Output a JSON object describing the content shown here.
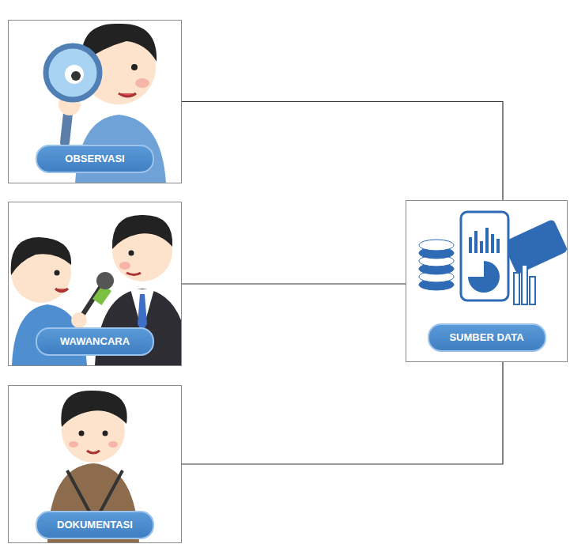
{
  "diagram": {
    "nodes": [
      {
        "text": [
          "OBSERVASI"
        ]
      },
      {
        "text": [
          "WAWANCARA"
        ]
      },
      {
        "text": [
          "DOKUMENTASI"
        ]
      },
      {
        "text": [
          "SUMBER DATA"
        ]
      }
    ],
    "edges": [
      {
        "from": 0,
        "to": 3,
        "arrow": "none"
      },
      {
        "from": 1,
        "to": 3,
        "arrow": "none"
      },
      {
        "from": 2,
        "to": 3,
        "arrow": "none"
      }
    ]
  }
}
